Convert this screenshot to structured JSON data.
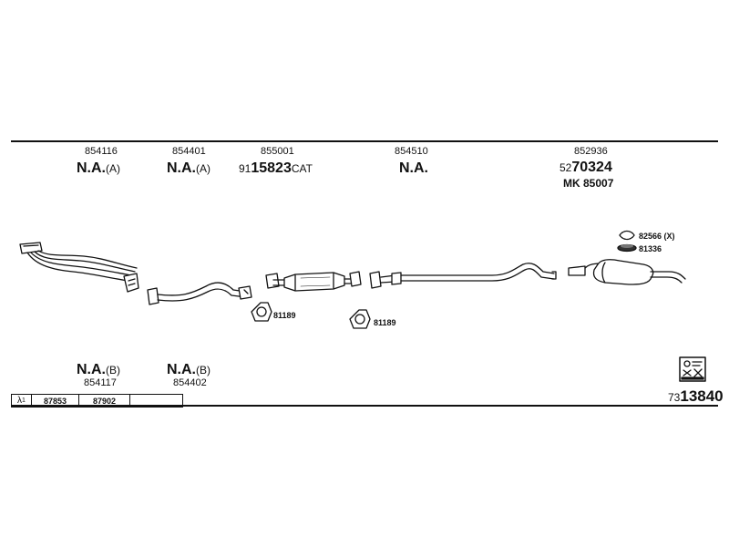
{
  "top_labels": [
    {
      "part": "854116",
      "main": "N.A.",
      "suffix": "(A)"
    },
    {
      "part": "854401",
      "main": "N.A.",
      "suffix": "(A)"
    },
    {
      "part": "855001",
      "prefix": "91",
      "main": "15823",
      "suffix": "CAT"
    },
    {
      "part": "854510",
      "main": "N.A.",
      "suffix": ""
    },
    {
      "part": "852936",
      "prefix": "52",
      "main": "70324",
      "suffix": "",
      "extra": "MK 85007"
    }
  ],
  "small_parts": [
    {
      "code": "81189"
    },
    {
      "code": "81189"
    },
    {
      "code": "82566 (X)"
    },
    {
      "code": "81336"
    }
  ],
  "bottom_labels": [
    {
      "main": "N.A.",
      "suffix": "(B)",
      "part": "854117"
    },
    {
      "main": "N.A.",
      "suffix": "(B)",
      "part": "854402"
    }
  ],
  "table": {
    "symbol": "λ",
    "superscript": "1",
    "cells": [
      "87853",
      "87902",
      ""
    ]
  },
  "kit_number": {
    "prefix": "73",
    "main": "13840"
  }
}
